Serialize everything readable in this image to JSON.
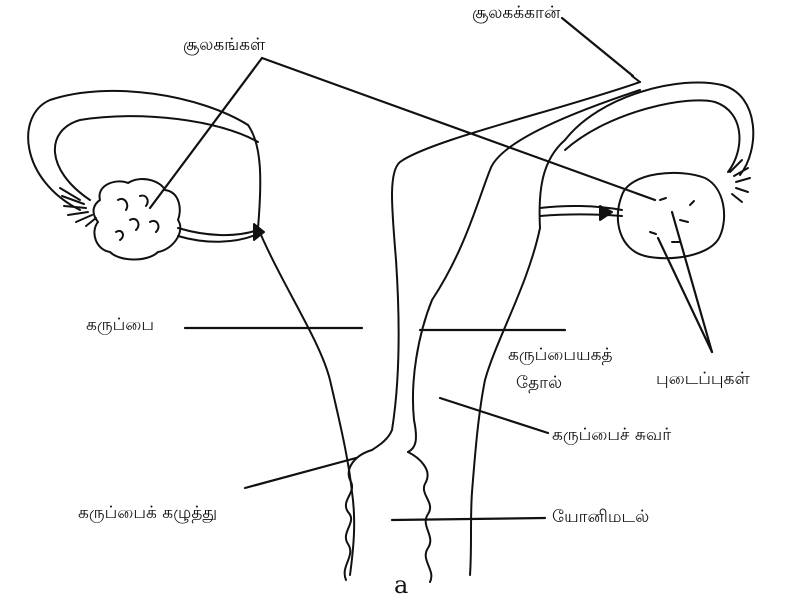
{
  "diagram": {
    "labels": {
      "ovaries": "சூலகங்கள்",
      "fallopian_tube": "சூலகக்கான்",
      "uterus": "கருப்பை",
      "endometrium_line1": "கருப்பையகத்",
      "endometrium_line2": "தோல்",
      "follicles": "புடைப்புகள்",
      "uterine_wall": "கருப்பைச் சுவர்",
      "cervix": "கருப்பைக் கழுத்து",
      "vagina": "யோனிமடல்"
    },
    "caption": "a",
    "colors": {
      "stroke": "#111111",
      "background": "#ffffff"
    }
  }
}
